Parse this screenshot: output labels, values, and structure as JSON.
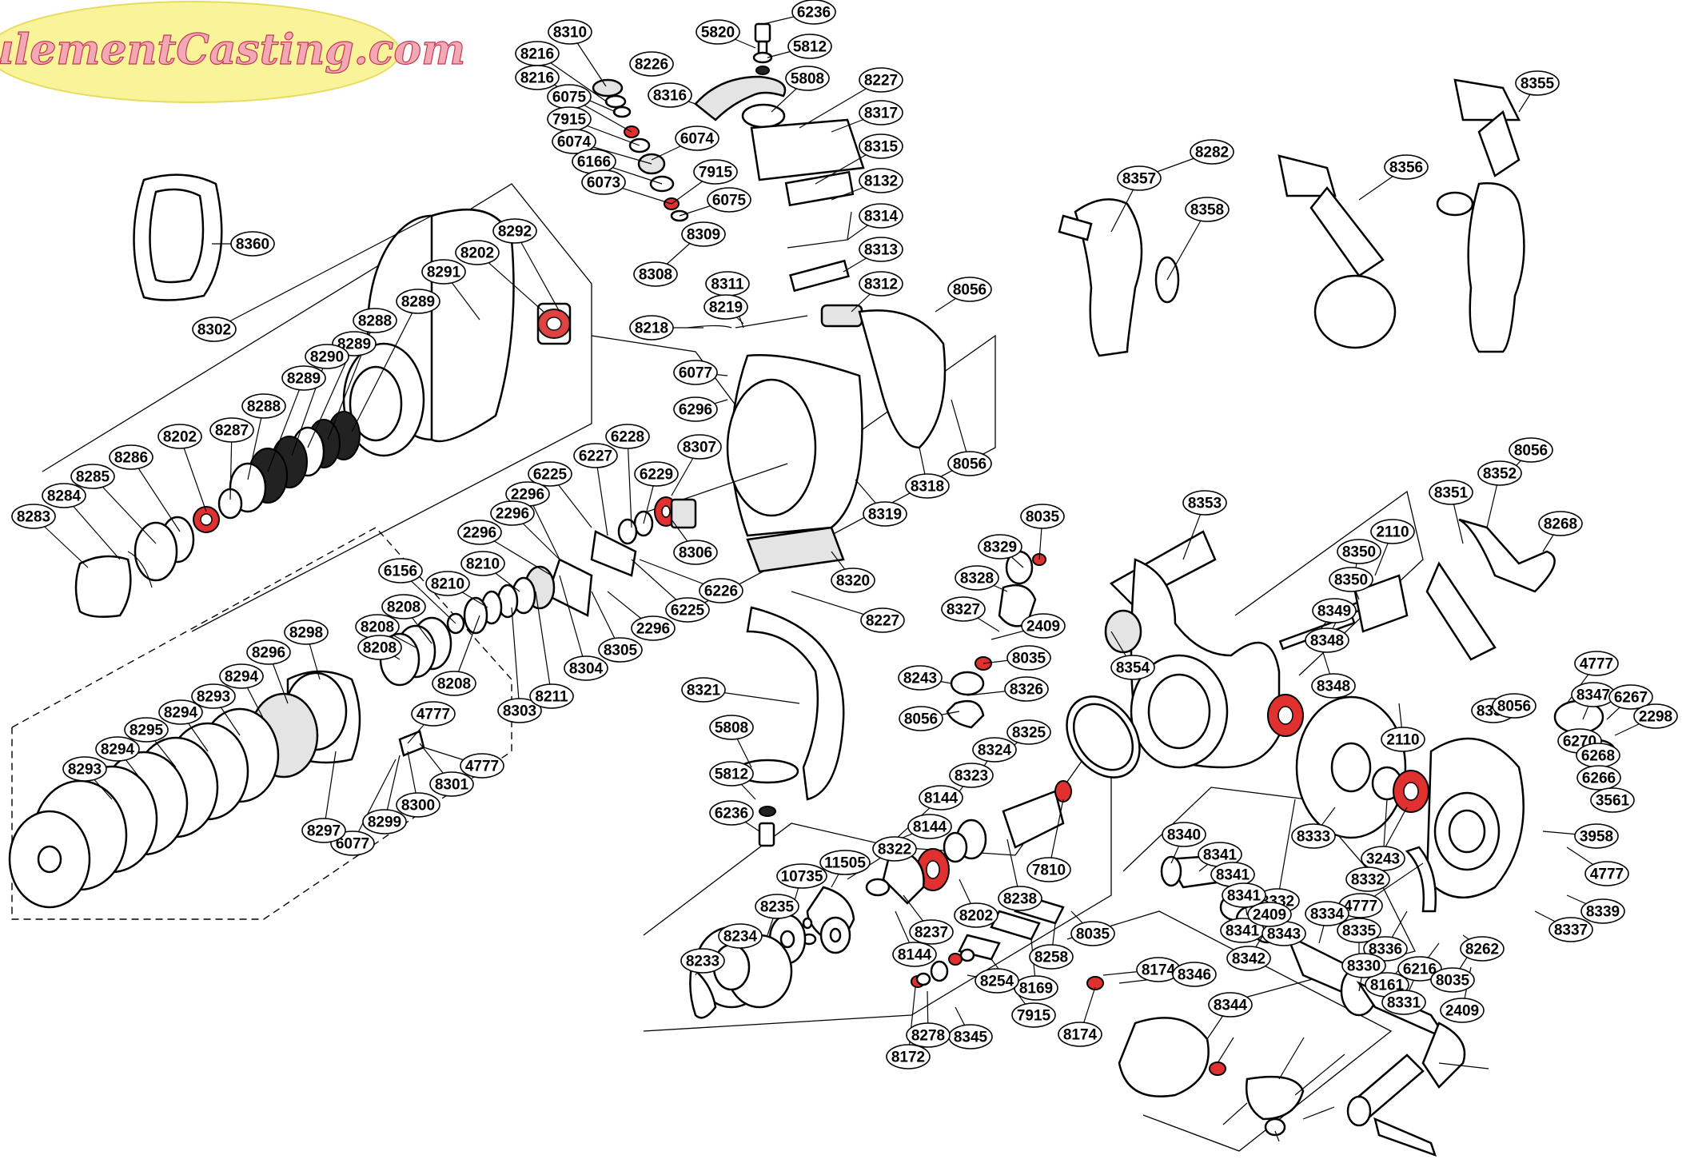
{
  "brand": {
    "logo_text": "RoulementCasting.com",
    "logo_fill": "#f9f39a",
    "logo_text_color": "#f3a9b5",
    "bearing_highlight_color": "#e03030"
  },
  "part_labels": [
    {
      "id": "8310"
    },
    {
      "id": "8216"
    },
    {
      "id": "8216"
    },
    {
      "id": "6075"
    },
    {
      "id": "7915"
    },
    {
      "id": "6074"
    },
    {
      "id": "6166"
    },
    {
      "id": "6073"
    },
    {
      "id": "8226"
    },
    {
      "id": "8316"
    },
    {
      "id": "5820"
    },
    {
      "id": "6236"
    },
    {
      "id": "5812"
    },
    {
      "id": "5808"
    },
    {
      "id": "8227"
    },
    {
      "id": "8317"
    },
    {
      "id": "8315"
    },
    {
      "id": "8132"
    },
    {
      "id": "8314"
    },
    {
      "id": "8313"
    },
    {
      "id": "8312"
    },
    {
      "id": "6074"
    },
    {
      "id": "7915"
    },
    {
      "id": "6075"
    },
    {
      "id": "8309"
    },
    {
      "id": "8308"
    },
    {
      "id": "8311"
    },
    {
      "id": "8219"
    },
    {
      "id": "8218"
    },
    {
      "id": "6077"
    },
    {
      "id": "6296"
    },
    {
      "id": "8056"
    },
    {
      "id": "8056"
    },
    {
      "id": "8318"
    },
    {
      "id": "8319"
    },
    {
      "id": "8307"
    },
    {
      "id": "8306"
    },
    {
      "id": "6229"
    },
    {
      "id": "6228"
    },
    {
      "id": "6227"
    },
    {
      "id": "6225"
    },
    {
      "id": "2296"
    },
    {
      "id": "2296"
    },
    {
      "id": "2296"
    },
    {
      "id": "8210"
    },
    {
      "id": "8210"
    },
    {
      "id": "6156"
    },
    {
      "id": "8208"
    },
    {
      "id": "8208"
    },
    {
      "id": "8208"
    },
    {
      "id": "8208"
    },
    {
      "id": "8303"
    },
    {
      "id": "8211"
    },
    {
      "id": "8304"
    },
    {
      "id": "8305"
    },
    {
      "id": "2296"
    },
    {
      "id": "6225"
    },
    {
      "id": "6226"
    },
    {
      "id": "8320"
    },
    {
      "id": "8227"
    },
    {
      "id": "8321"
    },
    {
      "id": "5808"
    },
    {
      "id": "5812"
    },
    {
      "id": "6236"
    },
    {
      "id": "8360"
    },
    {
      "id": "8292"
    },
    {
      "id": "8202"
    },
    {
      "id": "8291"
    },
    {
      "id": "8289"
    },
    {
      "id": "8288"
    },
    {
      "id": "8289"
    },
    {
      "id": "8290"
    },
    {
      "id": "8289"
    },
    {
      "id": "8302"
    },
    {
      "id": "8288"
    },
    {
      "id": "8287"
    },
    {
      "id": "8202"
    },
    {
      "id": "8286"
    },
    {
      "id": "8285"
    },
    {
      "id": "8284"
    },
    {
      "id": "8283"
    },
    {
      "id": "8298"
    },
    {
      "id": "8296"
    },
    {
      "id": "8294"
    },
    {
      "id": "8293"
    },
    {
      "id": "8294"
    },
    {
      "id": "8295"
    },
    {
      "id": "8294"
    },
    {
      "id": "8293"
    },
    {
      "id": "4777"
    },
    {
      "id": "4777"
    },
    {
      "id": "8301"
    },
    {
      "id": "8300"
    },
    {
      "id": "8299"
    },
    {
      "id": "6077"
    },
    {
      "id": "8297"
    },
    {
      "id": "8282"
    },
    {
      "id": "8357"
    },
    {
      "id": "8358"
    },
    {
      "id": "8356"
    },
    {
      "id": "8355"
    },
    {
      "id": "8353"
    },
    {
      "id": "8352"
    },
    {
      "id": "8351"
    },
    {
      "id": "8056"
    },
    {
      "id": "8268"
    },
    {
      "id": "8035"
    },
    {
      "id": "8329"
    },
    {
      "id": "8328"
    },
    {
      "id": "8327"
    },
    {
      "id": "2409"
    },
    {
      "id": "8035"
    },
    {
      "id": "8243"
    },
    {
      "id": "8326"
    },
    {
      "id": "8056"
    },
    {
      "id": "8354"
    },
    {
      "id": "2110"
    },
    {
      "id": "8350"
    },
    {
      "id": "8350"
    },
    {
      "id": "8349"
    },
    {
      "id": "8348"
    },
    {
      "id": "8348"
    },
    {
      "id": "2110"
    },
    {
      "id": "4777"
    },
    {
      "id": "8347"
    },
    {
      "id": "6267"
    },
    {
      "id": "2298"
    },
    {
      "id": "6270"
    },
    {
      "id": "6268"
    },
    {
      "id": "6266"
    },
    {
      "id": "3561"
    },
    {
      "id": "8338"
    },
    {
      "id": "8056"
    },
    {
      "id": "8325"
    },
    {
      "id": "8324"
    },
    {
      "id": "8323"
    },
    {
      "id": "8144"
    },
    {
      "id": "8144"
    },
    {
      "id": "8322"
    },
    {
      "id": "11505"
    },
    {
      "id": "10735"
    },
    {
      "id": "8235"
    },
    {
      "id": "8234"
    },
    {
      "id": "8233"
    },
    {
      "id": "7810"
    },
    {
      "id": "8202"
    },
    {
      "id": "8238"
    },
    {
      "id": "8237"
    },
    {
      "id": "8144"
    },
    {
      "id": "8332"
    },
    {
      "id": "8333"
    },
    {
      "id": "3243"
    },
    {
      "id": "8332"
    },
    {
      "id": "4777"
    },
    {
      "id": "3958"
    },
    {
      "id": "4777"
    },
    {
      "id": "8339"
    },
    {
      "id": "8340"
    },
    {
      "id": "8341"
    },
    {
      "id": "8341"
    },
    {
      "id": "8341"
    },
    {
      "id": "8341"
    },
    {
      "id": "8342"
    },
    {
      "id": "8343"
    },
    {
      "id": "8334"
    },
    {
      "id": "8335"
    },
    {
      "id": "8336"
    },
    {
      "id": "8161"
    },
    {
      "id": "8337"
    },
    {
      "id": "6216"
    },
    {
      "id": "8262"
    },
    {
      "id": "8035"
    },
    {
      "id": "2409"
    },
    {
      "id": "8331"
    },
    {
      "id": "8330"
    },
    {
      "id": "2409"
    },
    {
      "id": "8035"
    },
    {
      "id": "8258"
    },
    {
      "id": "8169"
    },
    {
      "id": "7915"
    },
    {
      "id": "8254"
    },
    {
      "id": "8345"
    },
    {
      "id": "8278"
    },
    {
      "id": "8172"
    },
    {
      "id": "8174"
    },
    {
      "id": "8346"
    },
    {
      "id": "8174"
    },
    {
      "id": "8344"
    }
  ]
}
